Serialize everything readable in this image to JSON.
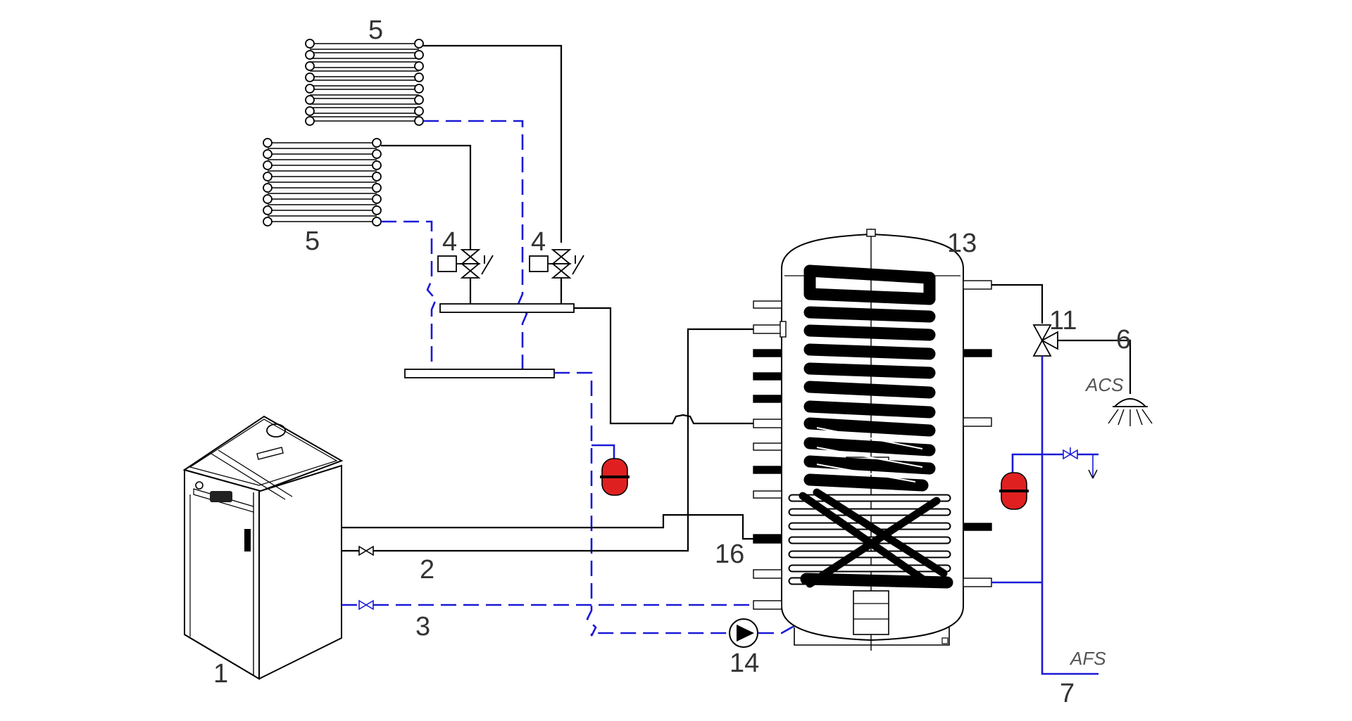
{
  "labels": {
    "boiler": "1",
    "supply_line": "2",
    "return_line": "3",
    "zone_valve_left": "4",
    "zone_valve_right": "4",
    "radiator_top": "5",
    "radiator_bottom": "5",
    "shower": "6",
    "cold_water_inlet": "7",
    "mixing_valve": "11",
    "tank": "13",
    "pump": "14",
    "tank_connection": "16"
  },
  "text": {
    "acs": "ACS",
    "afs": "AFS"
  },
  "colors": {
    "supply": "#000000",
    "return": "#1a1ad6",
    "expansion_vessel": "#e02020"
  }
}
